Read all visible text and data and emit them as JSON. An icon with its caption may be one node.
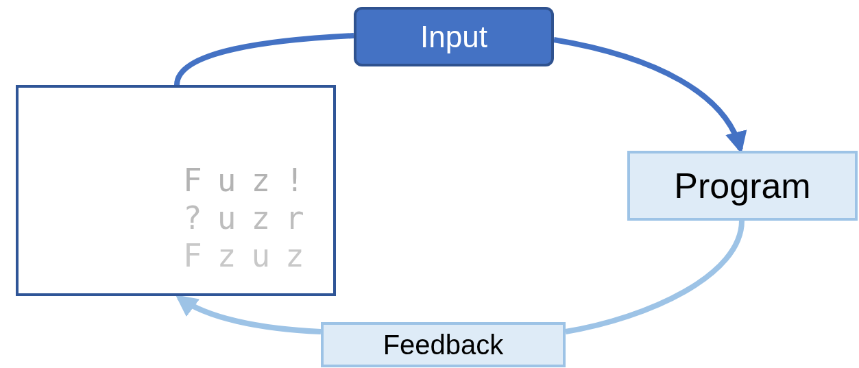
{
  "diagram": {
    "nodes": [
      {
        "text": [
          "Input"
        ]
      },
      {
        "text": [
          "Program"
        ]
      },
      {
        "text": [
          "Feedback"
        ]
      },
      {
        "text": [
          "Fuz!",
          "?uzr",
          "Fzuz"
        ]
      }
    ],
    "edges": [
      {
        "from": 3,
        "to": 0,
        "arrow": "none",
        "color": "#4472c4"
      },
      {
        "from": 0,
        "to": 1,
        "arrow": "to",
        "color": "#4472c4"
      },
      {
        "from": 1,
        "to": 2,
        "arrow": "none",
        "color": "#9dc3e6"
      },
      {
        "from": 2,
        "to": 3,
        "arrow": "to",
        "color": "#9dc3e6"
      }
    ]
  }
}
